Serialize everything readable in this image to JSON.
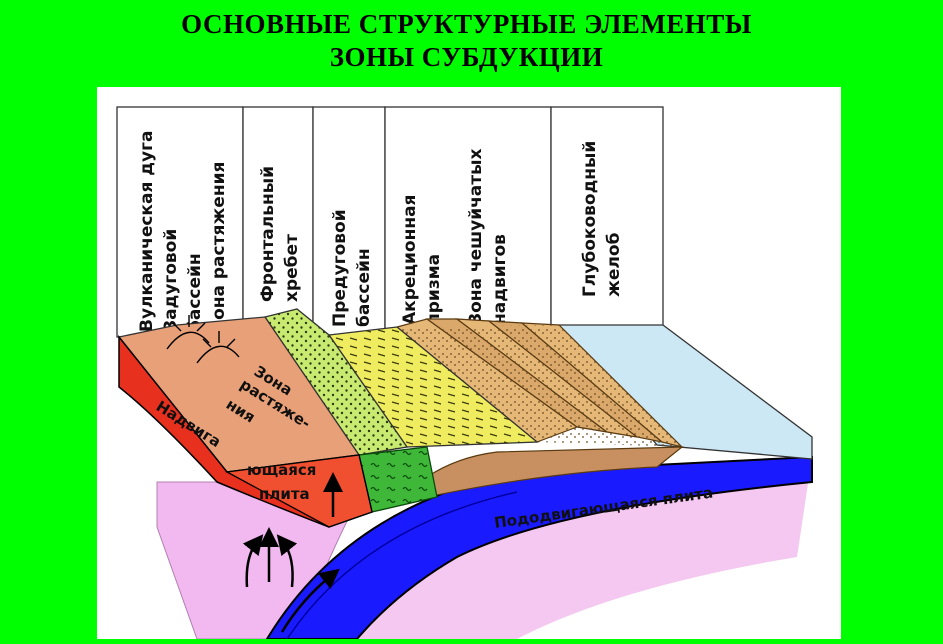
{
  "title": {
    "line1": "ОСНОВНЫЕ СТРУКТУРНЫЕ ЭЛЕМЕНТЫ",
    "line2": "ЗОНЫ СУБДУКЦИИ"
  },
  "columns": [
    {
      "lines": [
        "Вулканическая дуга",
        "Задуговой",
        "бассейн",
        "Зона растяжения"
      ]
    },
    {
      "lines": [
        "Фронтальный",
        "хребет"
      ]
    },
    {
      "lines": [
        "Предуговой",
        "бассейн"
      ]
    },
    {
      "lines": [
        "Акреционная",
        "призма",
        "Зона чешуйчатых",
        "надвигов"
      ]
    },
    {
      "lines": [
        "Глубоководный",
        "желоб"
      ]
    }
  ],
  "diagram_labels": {
    "zone_line1": "Зона",
    "zone_line2": "растяже-",
    "zone_line3": "ния",
    "overriding_left": "Надвига",
    "overriding_mid": "ющаяся",
    "overriding_plate": "плита",
    "subducting_plate": "Пододвигающаяся плита"
  },
  "colors": {
    "background": "#00ff00",
    "subducting_plate": "#1a1aff",
    "overriding_plate": "#e8301e",
    "back_arc": "#e8a078",
    "frontal_ridge": "#c8ea70",
    "forearc_basin": "#f0ec60",
    "accretionary_prism": "#e0b070",
    "trench": "#cce8f4",
    "mantle": "#f2b8f0"
  }
}
